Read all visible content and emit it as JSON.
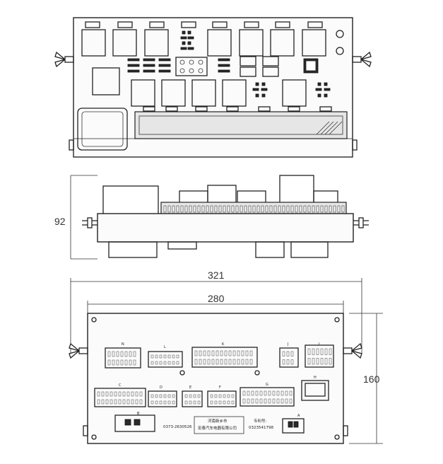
{
  "dimensions": {
    "height_side": "92",
    "overall_width": "321",
    "body_width": "280",
    "height_bottom": "160"
  },
  "connector_labels": [
    "N",
    "L",
    "K",
    "J",
    "I",
    "C",
    "D",
    "E",
    "F",
    "G",
    "H",
    "B",
    "A"
  ],
  "plate": {
    "phone": "0373-2630526",
    "company_line1": "河南新乡市",
    "company_line2": "宏泰汽车电器有限公司",
    "patent_label": "专利号:",
    "patent_no": "0323541798"
  }
}
